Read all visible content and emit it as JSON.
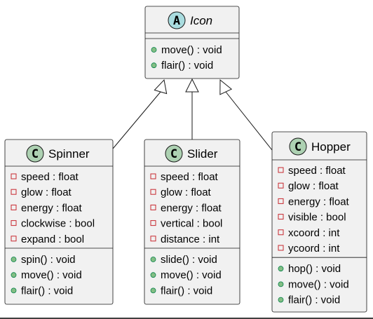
{
  "classes": [
    {
      "id": "icon",
      "name": "Icon",
      "stereotype": "A",
      "stereotype_color": "#A9DCDF",
      "abstract": true,
      "attributes": [],
      "methods": [
        "move() : void",
        "flair() : void"
      ]
    },
    {
      "id": "spinner",
      "name": "Spinner",
      "stereotype": "C",
      "stereotype_color": "#ADD1B2",
      "abstract": false,
      "attributes": [
        "speed : float",
        "glow : float",
        "energy : float",
        "clockwise : bool",
        "expand : bool"
      ],
      "methods": [
        "spin() : void",
        "move() : void",
        "flair() : void"
      ]
    },
    {
      "id": "slider",
      "name": "Slider",
      "stereotype": "C",
      "stereotype_color": "#ADD1B2",
      "abstract": false,
      "attributes": [
        "speed : float",
        "glow : float",
        "energy : float",
        "vertical : bool",
        "distance : int"
      ],
      "methods": [
        "slide() : void",
        "move() : void",
        "flair() : void"
      ]
    },
    {
      "id": "hopper",
      "name": "Hopper",
      "stereotype": "C",
      "stereotype_color": "#ADD1B2",
      "abstract": false,
      "attributes": [
        "speed : float",
        "glow : float",
        "energy : float",
        "visible : bool",
        "xcoord : int",
        "ycoord : int"
      ],
      "methods": [
        "hop() : void",
        "move() : void",
        "flair() : void"
      ]
    }
  ],
  "relations": [
    {
      "from": "spinner",
      "to": "icon",
      "type": "inheritance"
    },
    {
      "from": "slider",
      "to": "icon",
      "type": "inheritance"
    },
    {
      "from": "hopper",
      "to": "icon",
      "type": "inheritance"
    }
  ],
  "colors": {
    "attribute_marker": "#C82930",
    "method_marker": "#84BE84",
    "box_fill": "#F1F1F1",
    "line": "#181818"
  }
}
